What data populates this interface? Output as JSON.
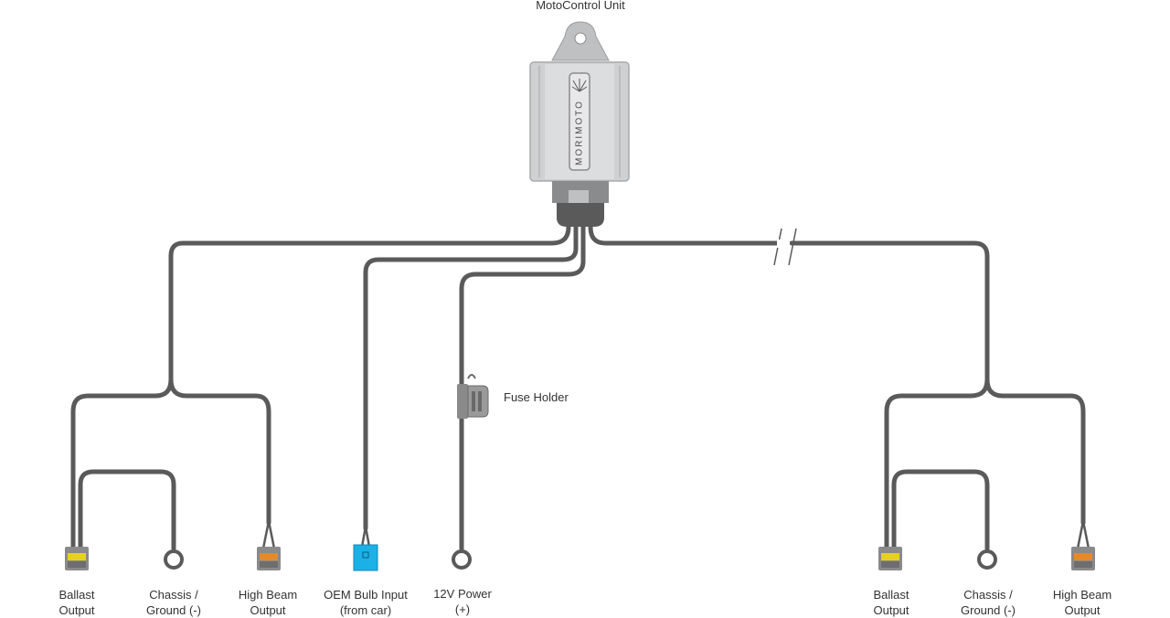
{
  "labels": {
    "unit": "MotoControl Unit",
    "fuse_holder": "Fuse Holder",
    "left": {
      "ballast": [
        "Ballast",
        "Output"
      ],
      "ground": [
        "Chassis /",
        "Ground (-)"
      ],
      "highbeam": [
        "High Beam",
        "Output"
      ]
    },
    "oem": [
      "OEM Bulb Input",
      "(from car)"
    ],
    "power": [
      "12V Power",
      "(+)"
    ],
    "right": {
      "ballast": [
        "Ballast",
        "Output"
      ],
      "ground": [
        "Chassis /",
        "Ground (-)"
      ],
      "highbeam": [
        "High Beam",
        "Output"
      ]
    },
    "brand": "MORIMOTO"
  },
  "colors": {
    "wire": "#5a5a5a",
    "unit_body": "#cfd0d2",
    "unit_dark": "#a9aaac",
    "connector_oem": "#1cb1e6",
    "pin_yellow": "#e6d21c",
    "pin_orange": "#e58a2a"
  }
}
